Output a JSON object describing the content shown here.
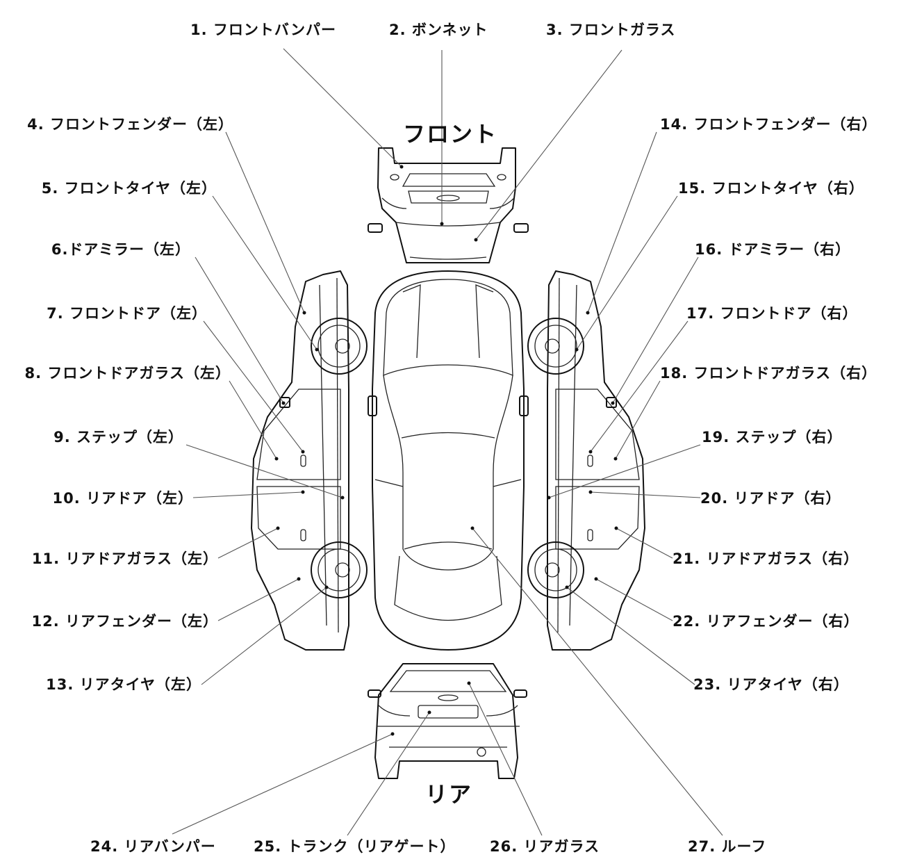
{
  "headings": {
    "front": "フロント",
    "rear": "リア"
  },
  "labels": [
    "1. フロントバンパー",
    "2. ボンネット",
    "3. フロントガラス",
    "4. フロントフェンダー（左）",
    "5. フロントタイヤ（左）",
    "6.ドアミラー（左）",
    "7. フロントドア（左）",
    "8. フロントドアガラス（左）",
    "9. ステップ（左）",
    "10. リアドア（左）",
    "11. リアドアガラス（左）",
    "12. リアフェンダー（左）",
    "13. リアタイヤ（左）",
    "14. フロントフェンダー（右）",
    "15. フロントタイヤ（右）",
    "16. ドアミラー（右）",
    "17. フロントドア（右）",
    "18. フロントドアガラス（右）",
    "19. ステップ（右）",
    "20. リアドア（右）",
    "21. リアドアガラス（右）",
    "22. リアフェンダー（右）",
    "23. リアタイヤ（右）",
    "24. リアバンパー",
    "25. トランク（リアゲート）",
    "26. リアガラス",
    "27. ルーフ"
  ]
}
